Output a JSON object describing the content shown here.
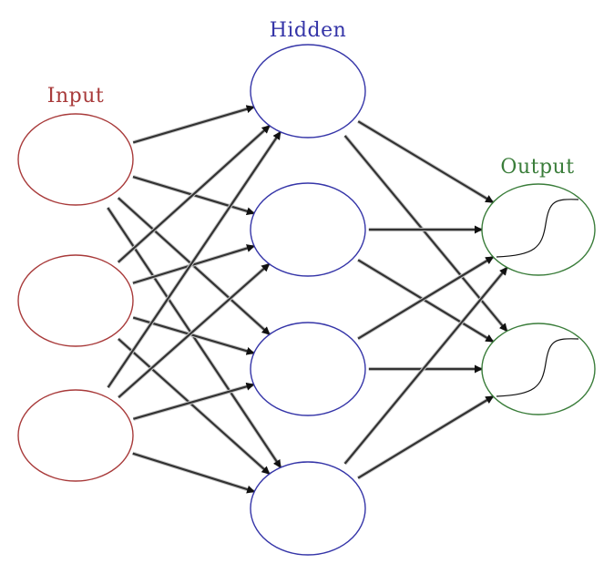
{
  "layers": [
    {
      "key": "input",
      "title": "Input",
      "color": "#a83a3a",
      "node_count": 3
    },
    {
      "key": "hidden",
      "title": "Hidden",
      "color": "#3535a8",
      "node_count": 4
    },
    {
      "key": "output",
      "title": "Output",
      "color": "#3a7d3a",
      "node_count": 2
    }
  ],
  "connections": "fully-connected-feedforward",
  "output_activation": "sigmoid-curve",
  "edge_color": "#333333"
}
